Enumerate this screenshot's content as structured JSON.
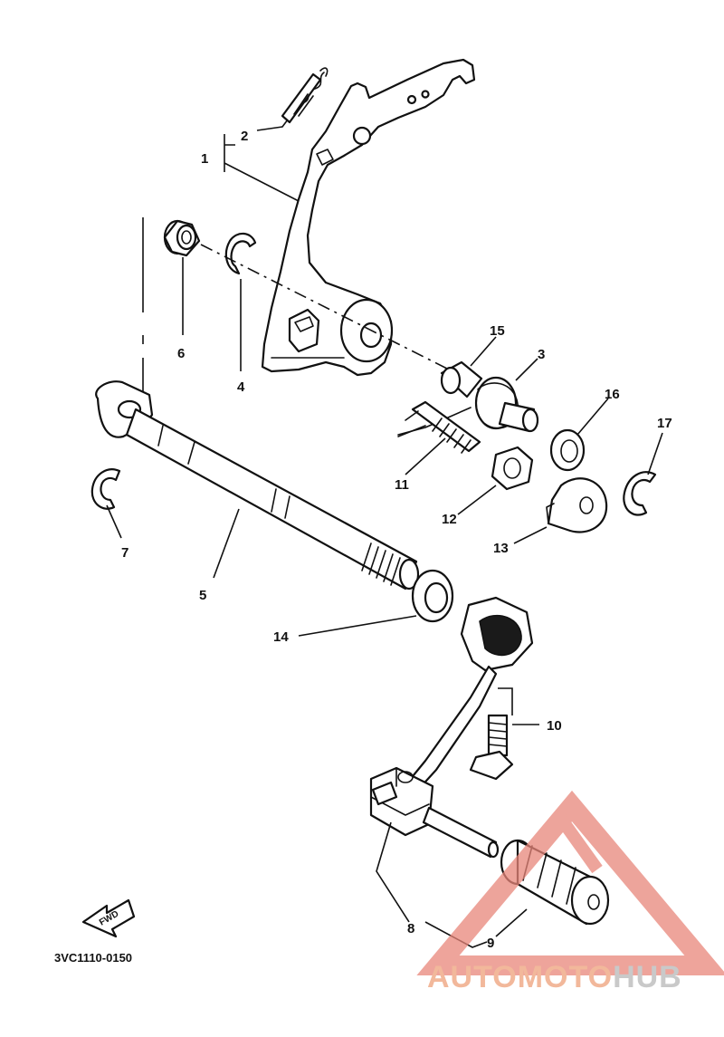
{
  "diagram": {
    "callouts": {
      "c1": "1",
      "c2": "2",
      "c3": "3",
      "c4": "4",
      "c5": "5",
      "c6": "6",
      "c7": "7",
      "c8": "8",
      "c9": "9",
      "c10": "10",
      "c11": "11",
      "c12": "12",
      "c13": "13",
      "c14": "14",
      "c15": "15",
      "c16": "16",
      "c17": "17"
    },
    "figure_code": "3VC1110-0150",
    "direction_mark": "FWD"
  },
  "watermark": {
    "word_part1": "AUTOMOTO",
    "word_part2": "HUB",
    "colors": {
      "accent": "#f2b89b",
      "triangle": "#e8867a",
      "grey": "#c9c9c9"
    }
  }
}
